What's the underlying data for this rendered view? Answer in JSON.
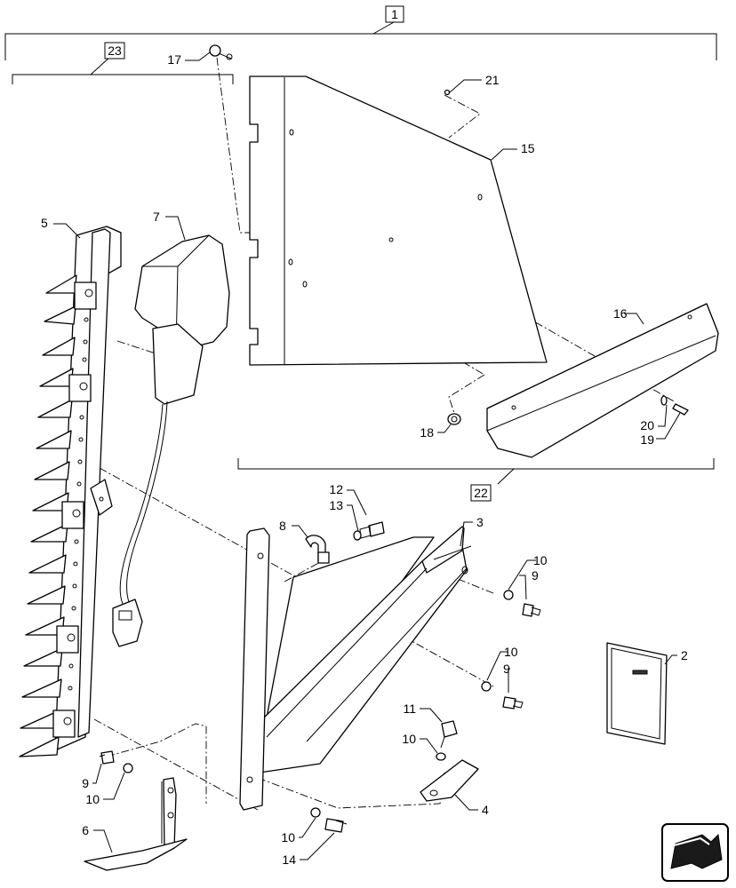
{
  "diagram": {
    "callouts": {
      "c1": "1",
      "c2": "2",
      "c3": "3",
      "c4": "4",
      "c5": "5",
      "c6": "6",
      "c7": "7",
      "c8": "8",
      "c9a": "9",
      "c9b": "9",
      "c9c": "9",
      "c10a": "10",
      "c10b": "10",
      "c10c": "10",
      "c10d": "10",
      "c10e": "10",
      "c11": "11",
      "c12": "12",
      "c13": "13",
      "c14": "14",
      "c15": "15",
      "c16": "16",
      "c17": "17",
      "c18": "18",
      "c19": "19",
      "c20": "20",
      "c21": "21",
      "c22": "22",
      "c23": "23"
    }
  },
  "nav": {
    "icon": "next-arrow-icon"
  }
}
